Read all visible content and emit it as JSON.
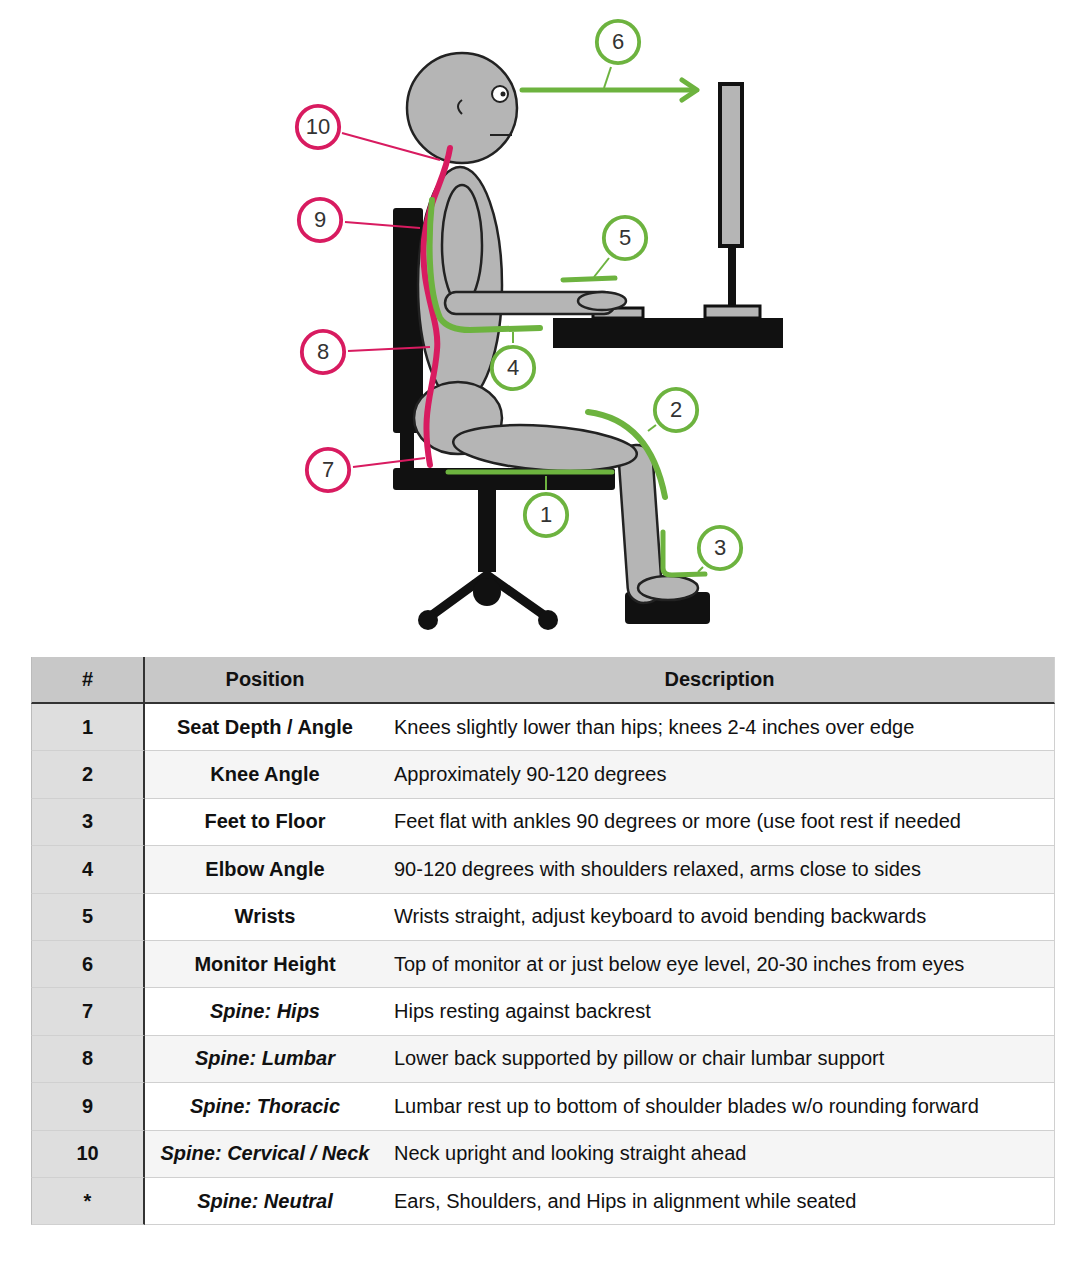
{
  "diagram": {
    "nodes": [
      {
        "text": [
          "6"
        ]
      },
      {
        "text": [
          "10"
        ]
      },
      {
        "text": [
          "9"
        ]
      },
      {
        "text": [
          "5"
        ]
      },
      {
        "text": [
          "8"
        ]
      },
      {
        "text": [
          "4"
        ]
      },
      {
        "text": [
          "2"
        ]
      },
      {
        "text": [
          "7"
        ]
      },
      {
        "text": [
          "1"
        ]
      },
      {
        "text": [
          "3"
        ]
      }
    ],
    "labels": [
      "#",
      "Position",
      "Description",
      "1",
      "Seat Depth / Angle",
      "Knees slightly lower than hips; knees 2-4 inches over edge",
      "2",
      "Knee Angle",
      "Approximately 90-120 degrees",
      "3",
      "Feet to Floor",
      "Feet flat with ankles 90 degrees or more (use foot rest if needed",
      "4",
      "Elbow Angle",
      "90-120 degrees with shoulders relaxed, arms close to sides",
      "5",
      "Wrists",
      "Wrists straight, adjust keyboard to avoid bending backwards",
      "6",
      "Monitor Height",
      "Top of monitor at or just below eye level, 20-30 inches from eyes",
      "7",
      "Spine: Hips",
      "Hips resting against backrest",
      "8",
      "Spine: Lumbar",
      "Lower back supported by pillow or chair lumbar support",
      "9",
      "Spine: Thoracic",
      "Lumbar rest up to bottom of shoulder blades w/o rounding forward",
      "10",
      "Spine: Cervical / Neck",
      "Neck upright and looking straight ahead",
      "*",
      "Spine: Neutral",
      "Ears, Shoulders, and Hips in alignment while seated"
    ]
  }
}
